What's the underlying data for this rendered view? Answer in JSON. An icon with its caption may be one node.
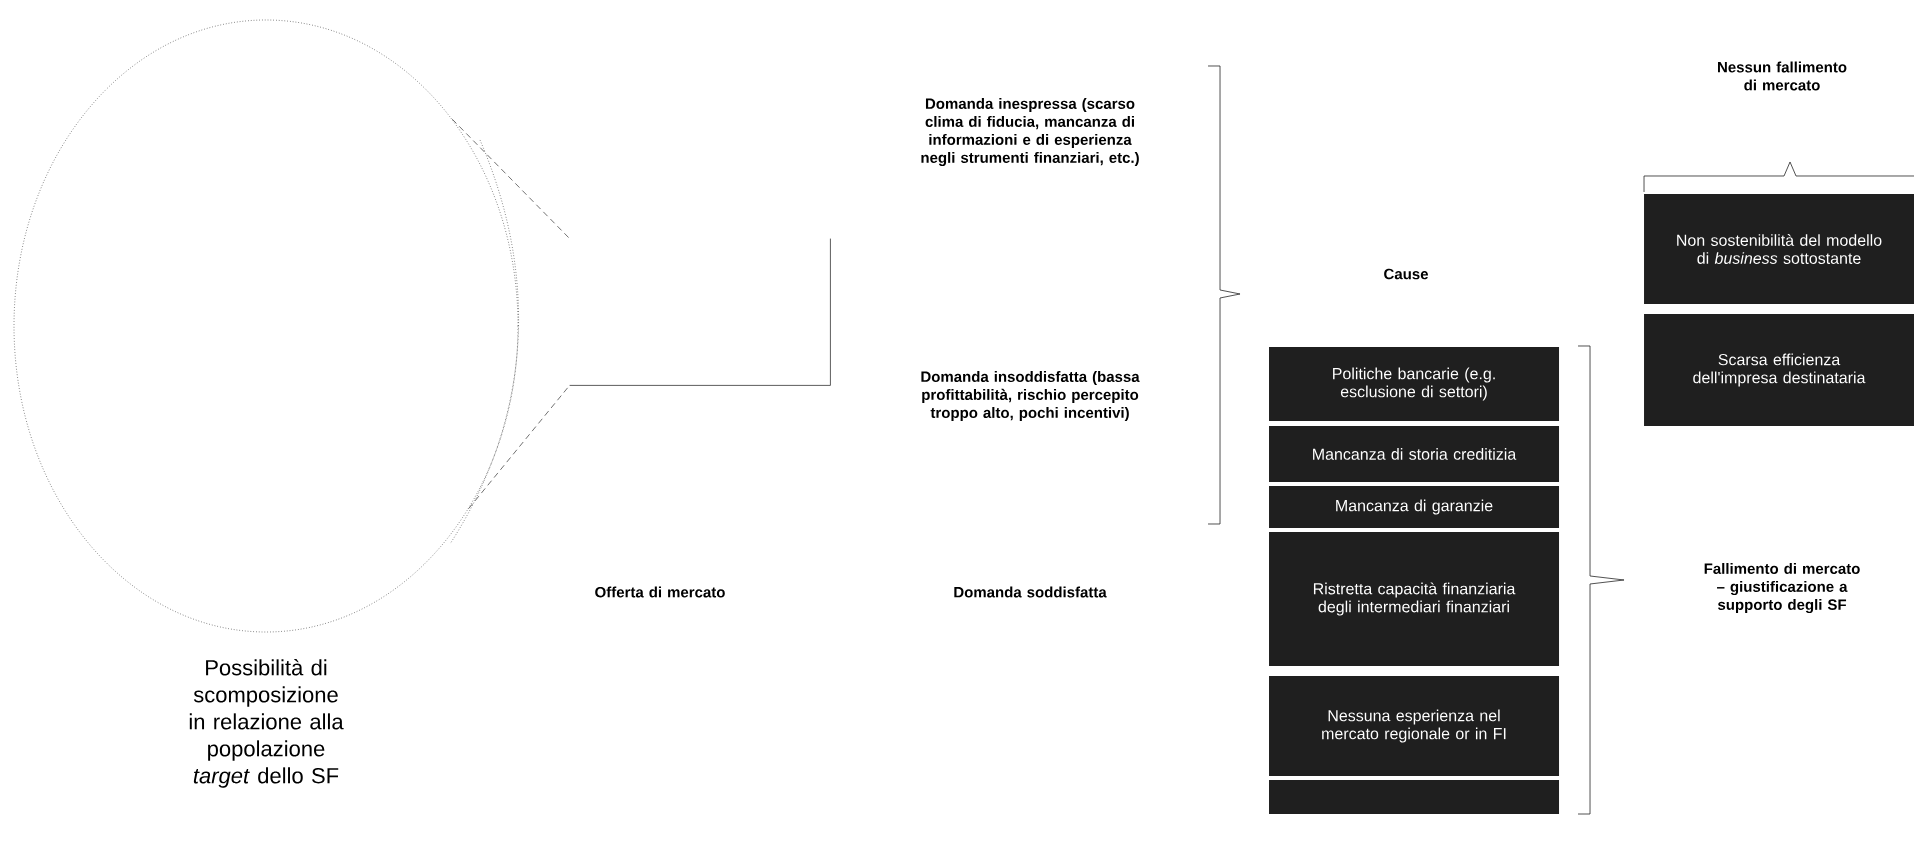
{
  "diagram": {
    "nodes": [
      {
        "text": [],
        "shape": "circle",
        "beside": [
          "Possibilità di scomposizione in relazione alla popolazione *target* dello SF"
        ]
      },
      {
        "text": [],
        "shape": "box"
      },
      {
        "text": [
          "Politiche bancarie (e.g. esclusione di settori)"
        ]
      },
      {
        "text": [
          "Mancanza di storia creditizia"
        ]
      },
      {
        "text": [
          "Mancanza di garanzie"
        ]
      },
      {
        "text": [
          "Ristretta capacità finanziaria degli intermediari finanziari"
        ]
      },
      {
        "text": [
          "Nessuna esperienza nel mercato regionale or in FI"
        ]
      },
      {
        "text": [],
        "shape": "box"
      },
      {
        "text": [
          "Non sostenibilità del modello di *business* sottostante"
        ]
      },
      {
        "text": [
          "Scarsa efficienza dell'impresa destinataria"
        ]
      }
    ],
    "edges": [
      {
        "from": 0,
        "to": 1,
        "arrow": "none"
      },
      {
        "from": 0,
        "to": 1,
        "arrow": "none"
      }
    ],
    "labels": [
      "Nessun fallimento di mercato",
      "Domanda inespressa (scarso clima di fiducia, mancanza di informazioni e di esperienza negli strumenti finanziari, etc.)",
      "Cause",
      "Domanda insoddisfatta (bassa profittabilità, rischio percepito troppo alto, pochi incentivi)",
      "Fallimento di mercato – giustificazione a supporto degli SF",
      "Offerta di mercato",
      "Domanda soddisfatta"
    ]
  }
}
